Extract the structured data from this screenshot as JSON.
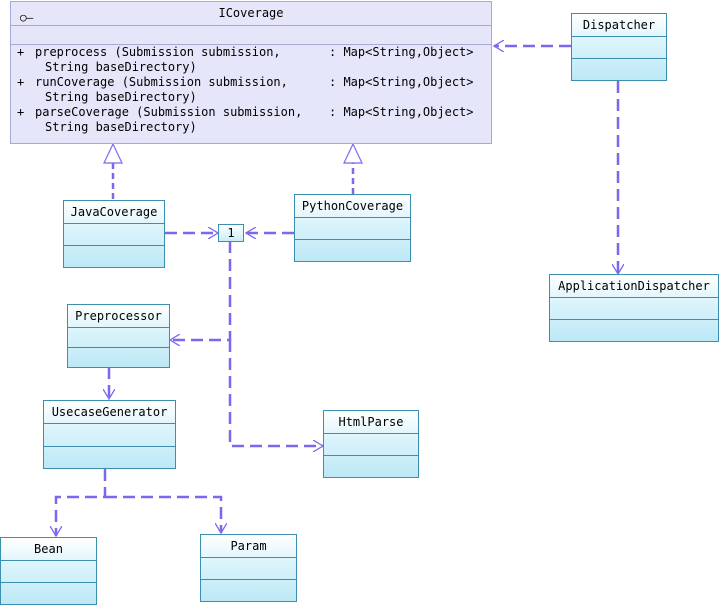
{
  "interface": {
    "name": "ICoverage",
    "operations": [
      {
        "vis": "+",
        "name": "preprocess (Submission submission,",
        "ret": ": Map<String,Object>",
        "cont": "String baseDirectory)"
      },
      {
        "vis": "+",
        "name": "runCoverage (Submission submission,",
        "ret": ": Map<String,Object>",
        "cont": "String baseDirectory)"
      },
      {
        "vis": "+",
        "name": "parseCoverage (Submission submission,",
        "ret": ": Map<String,Object>",
        "cont": "String baseDirectory)"
      }
    ]
  },
  "classes": {
    "dispatcher": "Dispatcher",
    "application_dispatcher": "ApplicationDispatcher",
    "java_coverage": "JavaCoverage",
    "python_coverage": "PythonCoverage",
    "preprocessor": "Preprocessor",
    "usecase_generator": "UsecaseGenerator",
    "html_parse": "HtmlParse",
    "bean": "Bean",
    "param": "Param"
  },
  "junction_label": "1",
  "colors": {
    "edge": "#7b68ee",
    "class_border": "#3c8fb0",
    "interface_fill": "#e6e6fa"
  }
}
